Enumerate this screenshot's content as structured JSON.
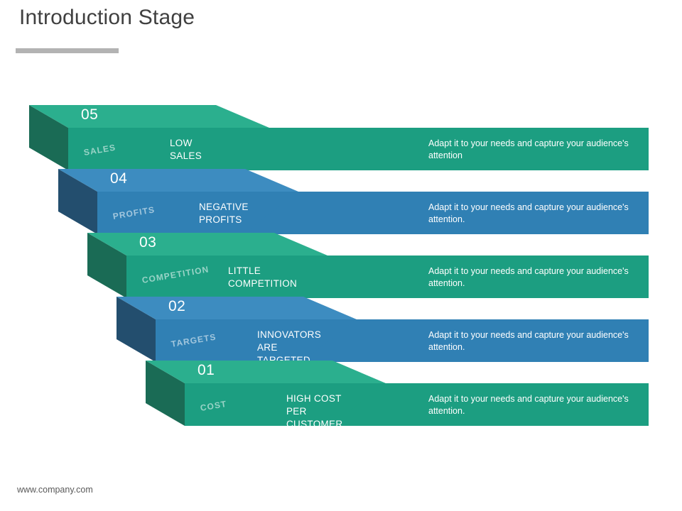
{
  "header": {
    "title": "Introduction Stage"
  },
  "footer": {
    "website": "www.company.com"
  },
  "colors": {
    "green_front": "#1C9E81",
    "green_top": "#2BAF8E",
    "green_side": "#1A6B55",
    "blue_front": "#3080B4",
    "blue_top": "#3D8CC0",
    "blue_side": "#234E6E",
    "title_text": "#404040",
    "rule": "#b3b3b3",
    "footer_text": "#595959"
  },
  "stages": [
    {
      "number": "05",
      "label": "SALES",
      "title": "LOW\nSALES",
      "description": "Adapt it to your needs and capture your audience's attention",
      "color": "green"
    },
    {
      "number": "04",
      "label": "PROFITS",
      "title": "NEGATIVE\nPROFITS",
      "description": "Adapt it to your needs and capture your audience's attention.",
      "color": "blue"
    },
    {
      "number": "03",
      "label": "COMPETITION",
      "title": "LITTLE\nCOMPETITION",
      "description": "Adapt it to your needs and capture your audience's attention.",
      "color": "green"
    },
    {
      "number": "02",
      "label": "TARGETS",
      "title": "INNOVATORS\nARE TARGETED",
      "description": "Adapt it to your needs and capture your audience's attention.",
      "color": "blue"
    },
    {
      "number": "01",
      "label": "COST",
      "title": "HIGH COST PER\nCUSTOMER ACQUIRED",
      "description": "Adapt it to your needs and capture your audience's attention.",
      "color": "green"
    }
  ]
}
